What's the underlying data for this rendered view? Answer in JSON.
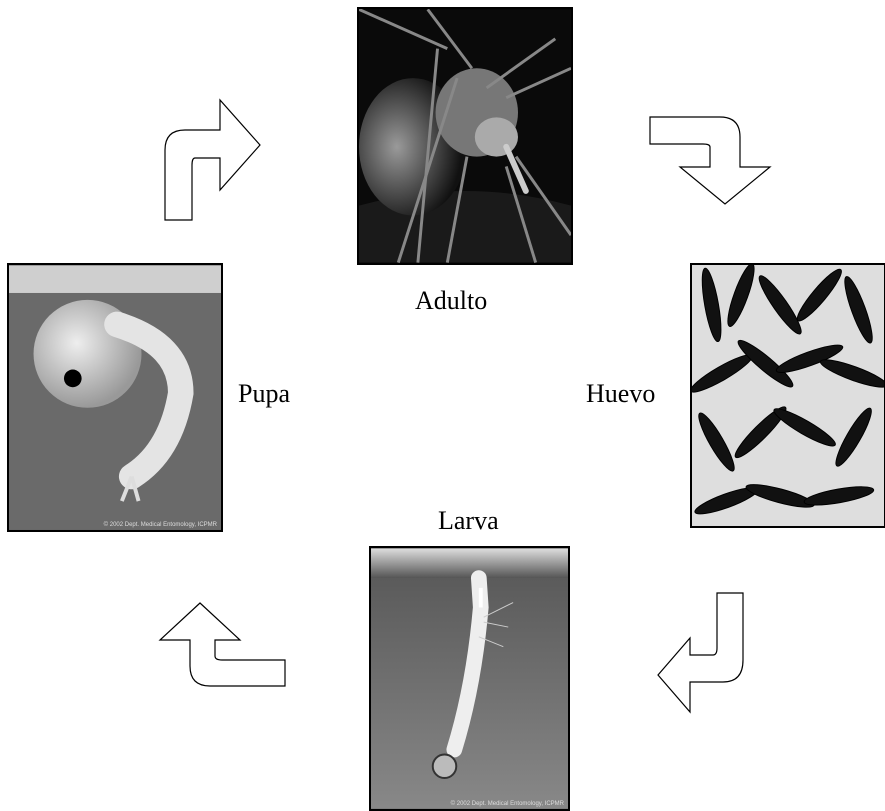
{
  "stages": {
    "adult": {
      "label": "Adulto",
      "icon": "adult-mosquito-photo"
    },
    "egg": {
      "label": "Huevo",
      "icon": "mosquito-eggs-photo"
    },
    "larva": {
      "label": "Larva",
      "icon": "mosquito-larva-photo"
    },
    "pupa": {
      "label": "Pupa",
      "icon": "mosquito-pupa-photo"
    }
  },
  "credits": {
    "pupa": "© 2002 Dept. Medical Entomology, ICPMR",
    "larva": "© 2002 Dept. Medical Entomology, ICPMR"
  },
  "arrows": [
    "adult-to-egg",
    "egg-to-larva",
    "larva-to-pupa",
    "pupa-to-adult"
  ],
  "colors": {
    "line": "#000000",
    "fill": "#ffffff"
  }
}
